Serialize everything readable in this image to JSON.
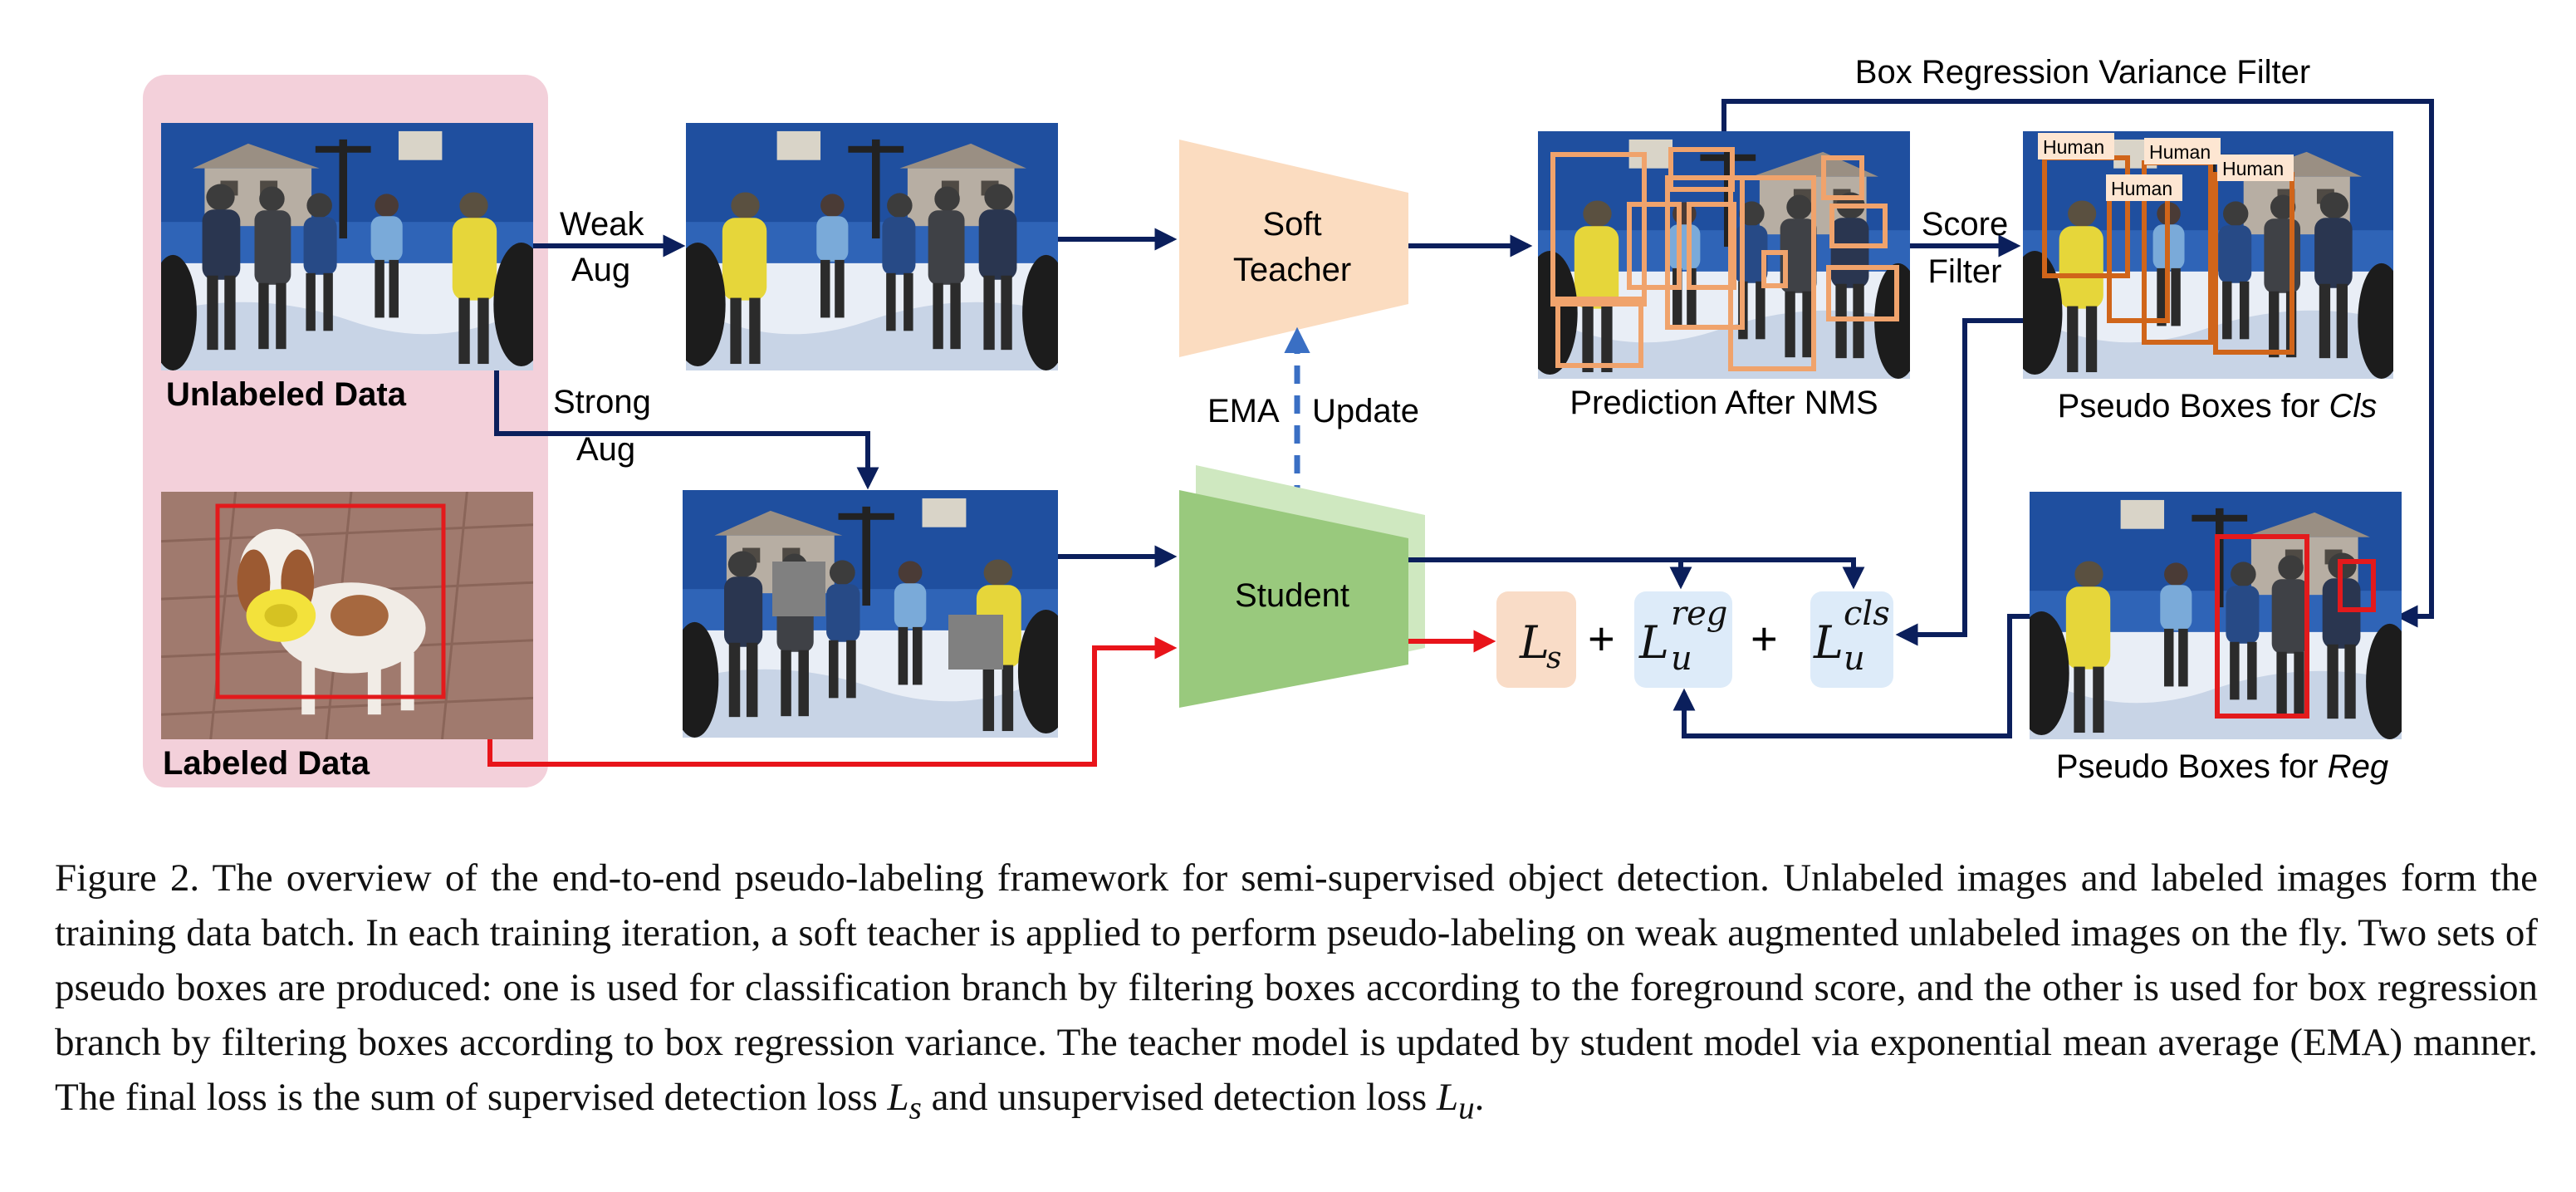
{
  "diagram": {
    "labels": {
      "unlabeled": "Unlabeled Data",
      "labeled": "Labeled Data",
      "weak_aug_1": "Weak",
      "weak_aug_2": "Aug",
      "strong_aug_1": "Strong",
      "strong_aug_2": "Aug",
      "soft_teacher_1": "Soft",
      "soft_teacher_2": "Teacher",
      "student": "Student",
      "ema": "EMA",
      "update": "Update",
      "prediction_after_nms": "Prediction After NMS",
      "score_filter_1": "Score",
      "score_filter_2": "Filter",
      "box_regression_variance_filter": "Box Regression Variance Filter",
      "pseudo_cls_prefix": "Pseudo Boxes for ",
      "pseudo_cls_suffix": "Cls",
      "pseudo_reg_prefix": "Pseudo Boxes for ",
      "pseudo_reg_suffix": "Reg",
      "human_tag": "Human"
    },
    "loss": {
      "ls": "L",
      "ls_sub": "s",
      "plus": "+",
      "lu_reg": "L",
      "reg_sup": "reg",
      "reg_sub": "u",
      "lu_cls": "L",
      "cls_sup": "cls",
      "cls_sub": "u"
    },
    "colors": {
      "navy_arrow": "#0b1f5c",
      "red_arrow": "#e8141a",
      "ema_arrow": "#3a6fc4",
      "teacher_fill": "#fbdcc0",
      "student_fill": "#99c97d",
      "student_back": "#cfe8c0",
      "data_panel": "#f3d0da",
      "ls_bg": "#f9dcc7",
      "lu_bg": "#ddebf9",
      "nms_box": "#f0a36c",
      "cls_box": "#d0651a",
      "reg_box": "#e31a1c"
    }
  },
  "caption": {
    "label": "Figure 2.",
    "text": "The overview of the end-to-end pseudo-labeling framework for semi-supervised object detection. Unlabeled images and labeled images form the training data batch. In each training iteration, a soft teacher is applied to perform pseudo-labeling on weak augmented unlabeled images on the fly. Two sets of pseudo boxes are produced: one is used for classification branch by filtering boxes according to the foreground score, and the other is used for box regression branch by filtering boxes according to box regression variance. The teacher model is updated by student model via exponential mean average (EMA) manner. The final loss is the sum of supervised detection loss ",
    "ls_symbol": "L",
    "ls_sub": "s",
    "middle": " and unsupervised detection loss ",
    "lu_symbol": "L",
    "lu_sub": "u",
    "end": "."
  }
}
